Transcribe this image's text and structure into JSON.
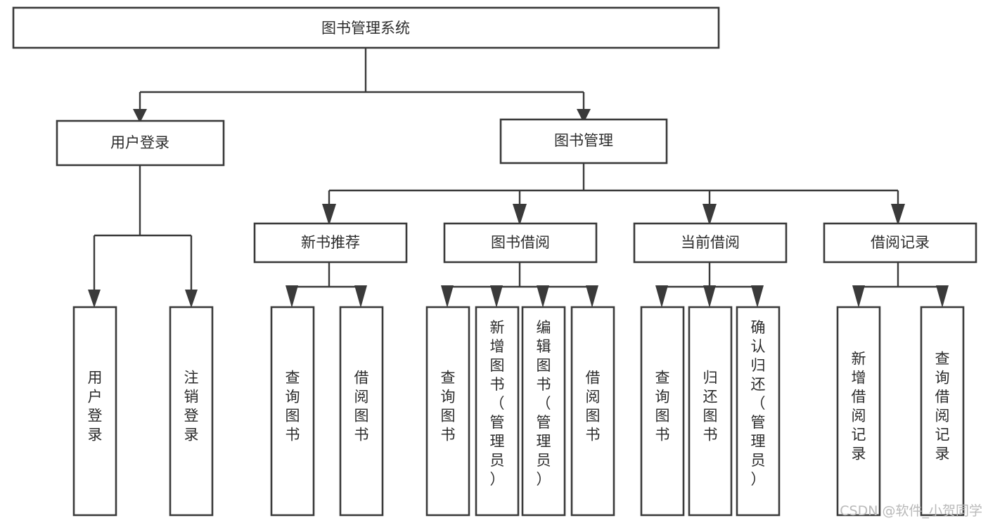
{
  "diagram": {
    "title": "图书管理系统",
    "type": "tree-hierarchy-flowchart",
    "orientation": "top-down",
    "colors": {
      "stroke": "#3a3a3a",
      "fill": "#ffffff",
      "text": "#2b2b2b",
      "watermark": "#b9b9b9",
      "background": "#ffffff"
    },
    "root": {
      "label": "图书管理系统"
    },
    "level2": [
      {
        "label": "用户登录"
      },
      {
        "label": "图书管理"
      }
    ],
    "level3": [
      {
        "label": "新书推荐"
      },
      {
        "label": "图书借阅"
      },
      {
        "label": "当前借阅"
      },
      {
        "label": "借阅记录"
      }
    ],
    "leaves": {
      "user_login": [
        {
          "label": "用户登录"
        },
        {
          "label": "注销登录"
        }
      ],
      "new_book_recommend": [
        {
          "label": "查询图书"
        },
        {
          "label": "借阅图书"
        }
      ],
      "book_borrow": [
        {
          "label": "查询图书"
        },
        {
          "label": "新增图书（管理员）"
        },
        {
          "label": "编辑图书（管理员）"
        },
        {
          "label": "借阅图书"
        }
      ],
      "current_borrow": [
        {
          "label": "查询图书"
        },
        {
          "label": "归还图书"
        },
        {
          "label": "确认归还（管理员）"
        }
      ],
      "borrow_record": [
        {
          "label": "新增借阅记录"
        },
        {
          "label": "查询借阅记录"
        }
      ]
    }
  },
  "watermark": {
    "text": "CSDN @软件_小贺同学"
  }
}
